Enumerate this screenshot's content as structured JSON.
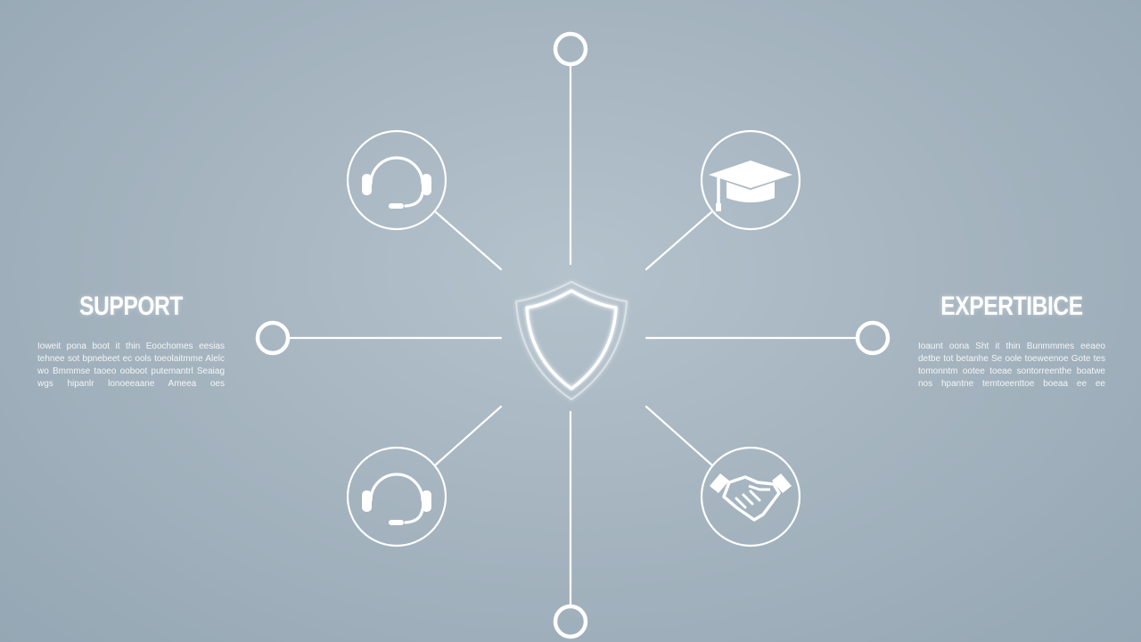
{
  "left_block": {
    "title": "SUPPORT",
    "body": "Ioweit pona boot it thin Eoochomes eesias tehnee sot bpnebeet ec ools toeolaitmme Alelc wo Bmmmse taoeo ooboot putemantrl Seaiag wgs hipanlr lonoeeaane Ameea oes"
  },
  "right_block": {
    "title": "EXPERTIBICE",
    "body": "Ioaunt oona Sht it thin Bunmmmes eeaeo detbe tot betanhe Se oole toeweenoe Gote tes tomonntm ootee toeae sontorreenthe boatwe nos hpantne temtoeenttoe boeaa ee ee"
  },
  "icons": {
    "top_left": "headset-icon",
    "top_right": "graduation-cap-icon",
    "bottom_left": "headset-icon",
    "bottom_right": "handshake-icon",
    "center": "shield-icon"
  },
  "colors": {
    "line": "#ffffff",
    "background": "#a6b5c0"
  }
}
